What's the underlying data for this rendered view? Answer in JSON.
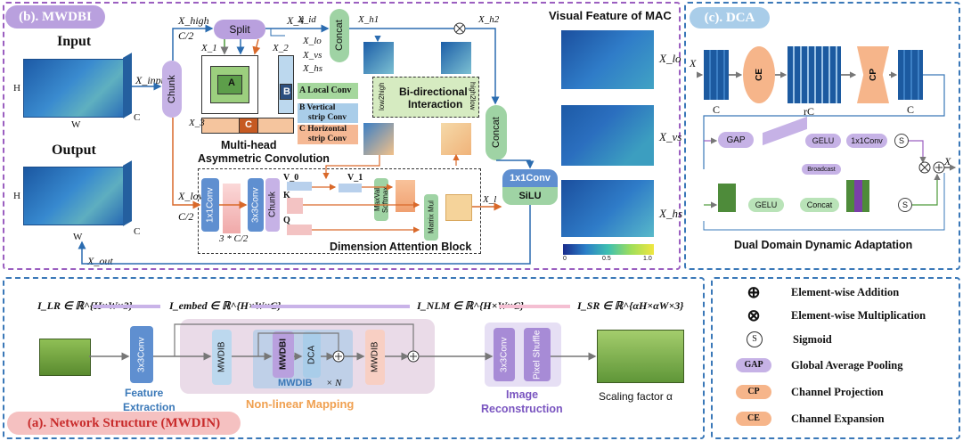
{
  "mwdbi": {
    "title": "(b). MWDBI",
    "input_label": "Input",
    "output_label": "Output",
    "dim_h": "H",
    "dim_w": "W",
    "dim_c": "C",
    "x_input": "X_input",
    "x_out": "X_out",
    "chunk": "Chunk",
    "x_high": "X_high",
    "c_half_top": "C/2",
    "x_low": "X_low",
    "c_half_bottom": "C/2",
    "split": "Split",
    "x4": "X_4",
    "x1": "X_1",
    "x2": "X_2",
    "x3": "X_3",
    "grid_a": "A",
    "grid_b": "B",
    "grid_c": "C",
    "mhac_title_1": "Multi-head",
    "mhac_title_2": "Asymmetric Convolution",
    "conv_a": "A Local Conv",
    "conv_b_1": "B   Vertical",
    "conv_b_2": "strip Conv",
    "conv_c_1": "C  Horizontal",
    "conv_c_2": "strip Conv",
    "x_id": "X_id",
    "x_lo": "X_lo",
    "x_vs": "X_vs",
    "x_hs": "X_hs",
    "concat_top": "Concat",
    "x_h1": "X_h1",
    "x_h2": "X_h2",
    "bi_line1": "Bi-directional",
    "bi_line2": "Interaction",
    "low_to_high": "low2high",
    "high_to_low": "high2low",
    "concat_right": "Concat",
    "conv1x1": "1x1Conv",
    "silu": "SiLU",
    "dab_title": "Dimension Attention Block",
    "dab_conv1": "1x1Conv",
    "dab_conv3": "3x3Conv",
    "dab_chunk": "Chunk",
    "dab_v0": "V_0",
    "dab_k": "K",
    "dab_q": "Q",
    "dab_v1": "V_1",
    "dab_maxval": "MaxVal Softmax",
    "dab_matrix": "Matrix Mul",
    "dab_3c2": "3 * C/2",
    "x_l": "X_l"
  },
  "mac": {
    "title": "Visual Feature of MAC",
    "labels": [
      "X_lo",
      "X_vs",
      "X_hs"
    ],
    "colorbar_ticks": [
      "0",
      "0.5",
      "1.0"
    ]
  },
  "dca": {
    "title": "(c). DCA",
    "x_in": "X",
    "ce": "CE",
    "cp": "CP",
    "c_left": "C",
    "rc": "rC",
    "c_right": "C",
    "gap": "GAP",
    "gelu_top": "GELU",
    "conv1x1": "1x1Conv",
    "s_top": "S",
    "broadcast": "Broadcast",
    "gelu_bottom": "GELU",
    "concat": "Concat",
    "s_bottom": "S",
    "x_out": "X",
    "caption": "Dual Domain Dynamic Adaptation"
  },
  "network": {
    "title": "(a). Network Structure (MWDIN)",
    "i_lr": "I_LR ∈ ℝ^{H×W×3}",
    "i_embed": "I_embed ∈ ℝ^{H×W×C}",
    "i_nlm": "I_NLM ∈ ℝ^{H×W×C}",
    "i_sr": "I_SR ∈ ℝ^{αH×αW×3}",
    "conv3x3_fe": "3x3Conv",
    "fe_label_1": "Feature",
    "fe_label_2": "Extraction",
    "mwdib_1": "MWDIB",
    "mwdbi": "MWDBI",
    "dca": "DCA",
    "mwdib_inner": "MWDIB",
    "times_n": "× N",
    "mwdib_2": "MWDIB",
    "nlm_label": "Non-linear Mapping",
    "conv3x3_ir": "3x3Conv",
    "pixel_shuffle": "Pixel Shuffle",
    "ir_label_1": "Image",
    "ir_label_2": "Reconstruction",
    "scaling": "Scaling factor α"
  },
  "legend": {
    "items": [
      {
        "symbol": "⊕",
        "label": "Element-wise Addition"
      },
      {
        "symbol": "⊗",
        "label": "Element-wise Multiplication"
      },
      {
        "symbol": "S",
        "label": "Sigmoid"
      },
      {
        "symbol": "GAP",
        "label": "Global Average Pooling"
      },
      {
        "symbol": "CP",
        "label": "Channel Projection"
      },
      {
        "symbol": "CE",
        "label": "Channel Expansion"
      }
    ]
  },
  "colors": {
    "purple_border": "#9b5fc0",
    "blue_border": "#3a78b8",
    "orange_box": "#f6b58a",
    "purple_box": "#b9a0de",
    "green_box": "#9fd3a4",
    "teal_box": "#5fb2b5",
    "pink_tag": "#f5c1c1"
  }
}
